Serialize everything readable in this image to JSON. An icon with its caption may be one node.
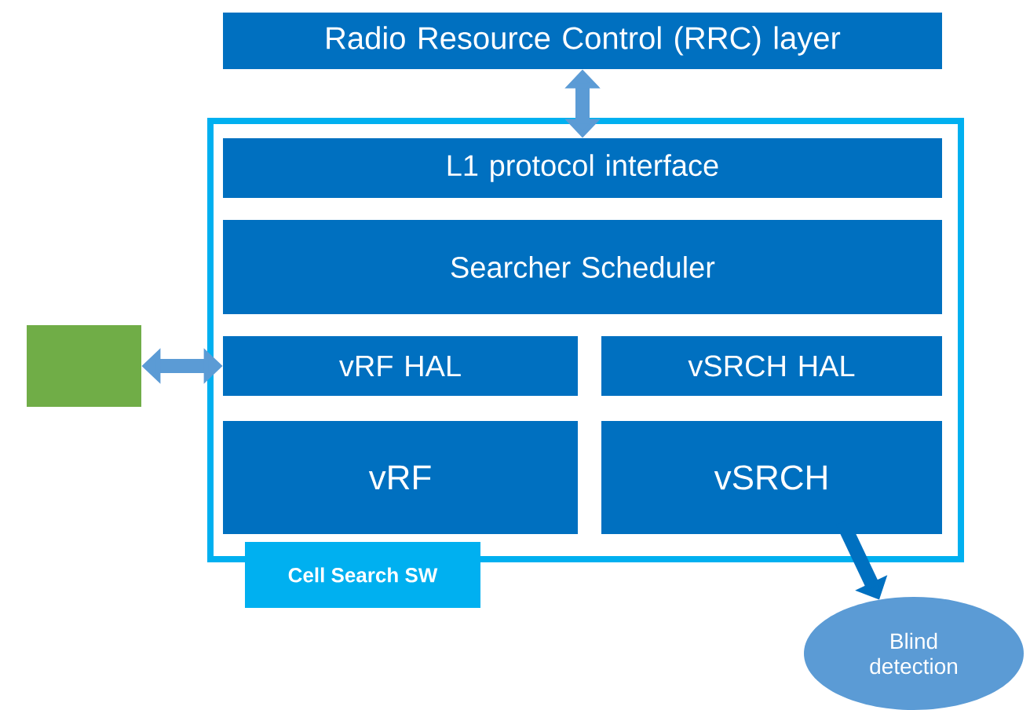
{
  "diagram": {
    "nodes": [
      {
        "text": [
          "Radio Resource Control (RRC) layer"
        ]
      },
      {
        "text": [
          "Cell Search SW"
        ]
      },
      {
        "text": [
          "L1 protocol interface"
        ],
        "in": 1
      },
      {
        "text": [
          "Searcher Scheduler"
        ],
        "in": 1
      },
      {
        "text": [
          "vRF HAL"
        ],
        "in": 1
      },
      {
        "text": [
          "vSRCH HAL"
        ],
        "in": 1
      },
      {
        "text": [
          "vRF"
        ],
        "in": 1
      },
      {
        "text": [
          "vSRCH"
        ],
        "in": 1
      },
      {
        "text": [],
        "shape": "box"
      },
      {
        "text": [
          "Blind detection"
        ]
      }
    ],
    "edges": [
      {
        "from": 0,
        "to": 2,
        "arrow": "both"
      },
      {
        "from": 8,
        "to": 4,
        "arrow": "both"
      },
      {
        "from": 7,
        "to": 9,
        "arrow": "to",
        "color": "#0070c0"
      }
    ]
  }
}
